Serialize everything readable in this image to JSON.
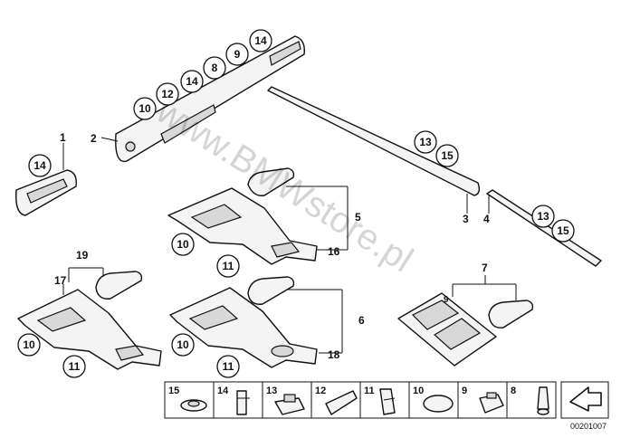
{
  "callouts_plain": [
    {
      "id": "c1",
      "text": "1"
    },
    {
      "id": "c2",
      "text": "2"
    },
    {
      "id": "c3",
      "text": "3"
    },
    {
      "id": "c4",
      "text": "4"
    },
    {
      "id": "c5",
      "text": "5"
    },
    {
      "id": "c6",
      "text": "6"
    },
    {
      "id": "c7",
      "text": "7"
    },
    {
      "id": "c16",
      "text": "16"
    },
    {
      "id": "c17",
      "text": "17"
    },
    {
      "id": "c18",
      "text": "18"
    },
    {
      "id": "c19",
      "text": "19"
    },
    {
      "id": "c9s",
      "text": "9"
    }
  ],
  "callouts_circled": [
    {
      "id": "k14a",
      "text": "14"
    },
    {
      "id": "k10a",
      "text": "10"
    },
    {
      "id": "k12a",
      "text": "12"
    },
    {
      "id": "k14b",
      "text": "14"
    },
    {
      "id": "k8a",
      "text": "8"
    },
    {
      "id": "k9a",
      "text": "9"
    },
    {
      "id": "k14c",
      "text": "14"
    },
    {
      "id": "k13a",
      "text": "13"
    },
    {
      "id": "k15a",
      "text": "15"
    },
    {
      "id": "k13b",
      "text": "13"
    },
    {
      "id": "k15b",
      "text": "15"
    },
    {
      "id": "k10b",
      "text": "10"
    },
    {
      "id": "k11b",
      "text": "11"
    },
    {
      "id": "k10c",
      "text": "10"
    },
    {
      "id": "k11c",
      "text": "11"
    },
    {
      "id": "k10d",
      "text": "10"
    },
    {
      "id": "k11d",
      "text": "11"
    }
  ],
  "parts_strip": [
    "15",
    "14",
    "13",
    "12",
    "11",
    "10",
    "9",
    "8"
  ],
  "watermark": "www.BMWstore.pl",
  "diagram_code": "00201007"
}
